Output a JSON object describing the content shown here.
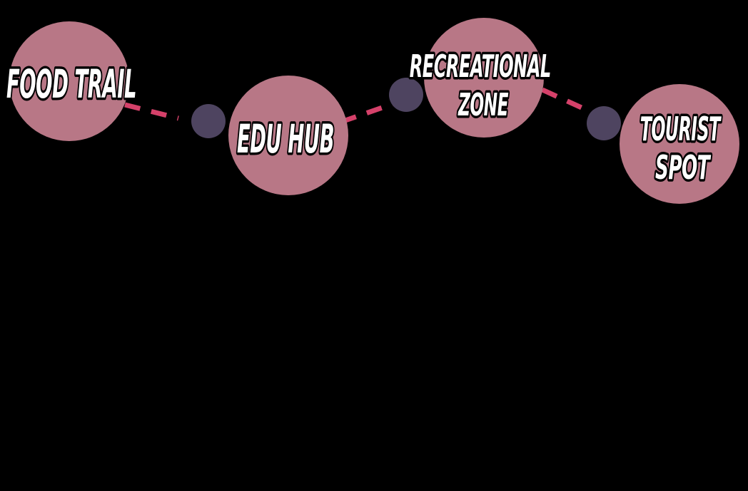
{
  "colors": {
    "background": "#000000",
    "node_fill": "#b87786",
    "connector_dot": "#4e4460",
    "dashed_line": "#d5416a",
    "label_fill": "#ffffff",
    "label_outline": "#000000"
  },
  "nodes": [
    {
      "id": "food-trail",
      "lines": [
        "FOOD TRAIL"
      ]
    },
    {
      "id": "edu-hub",
      "lines": [
        "EDU HUB"
      ]
    },
    {
      "id": "recreational-zone",
      "lines": [
        "RECREATIONAL",
        "ZONE"
      ]
    },
    {
      "id": "tourist-spot",
      "lines": [
        "TOURIST",
        "SPOT"
      ]
    }
  ],
  "connectors": [
    {
      "from": "food-trail",
      "to": "edu-hub"
    },
    {
      "from": "edu-hub",
      "to": "recreational-zone"
    },
    {
      "from": "recreational-zone",
      "to": "tourist-spot"
    }
  ]
}
